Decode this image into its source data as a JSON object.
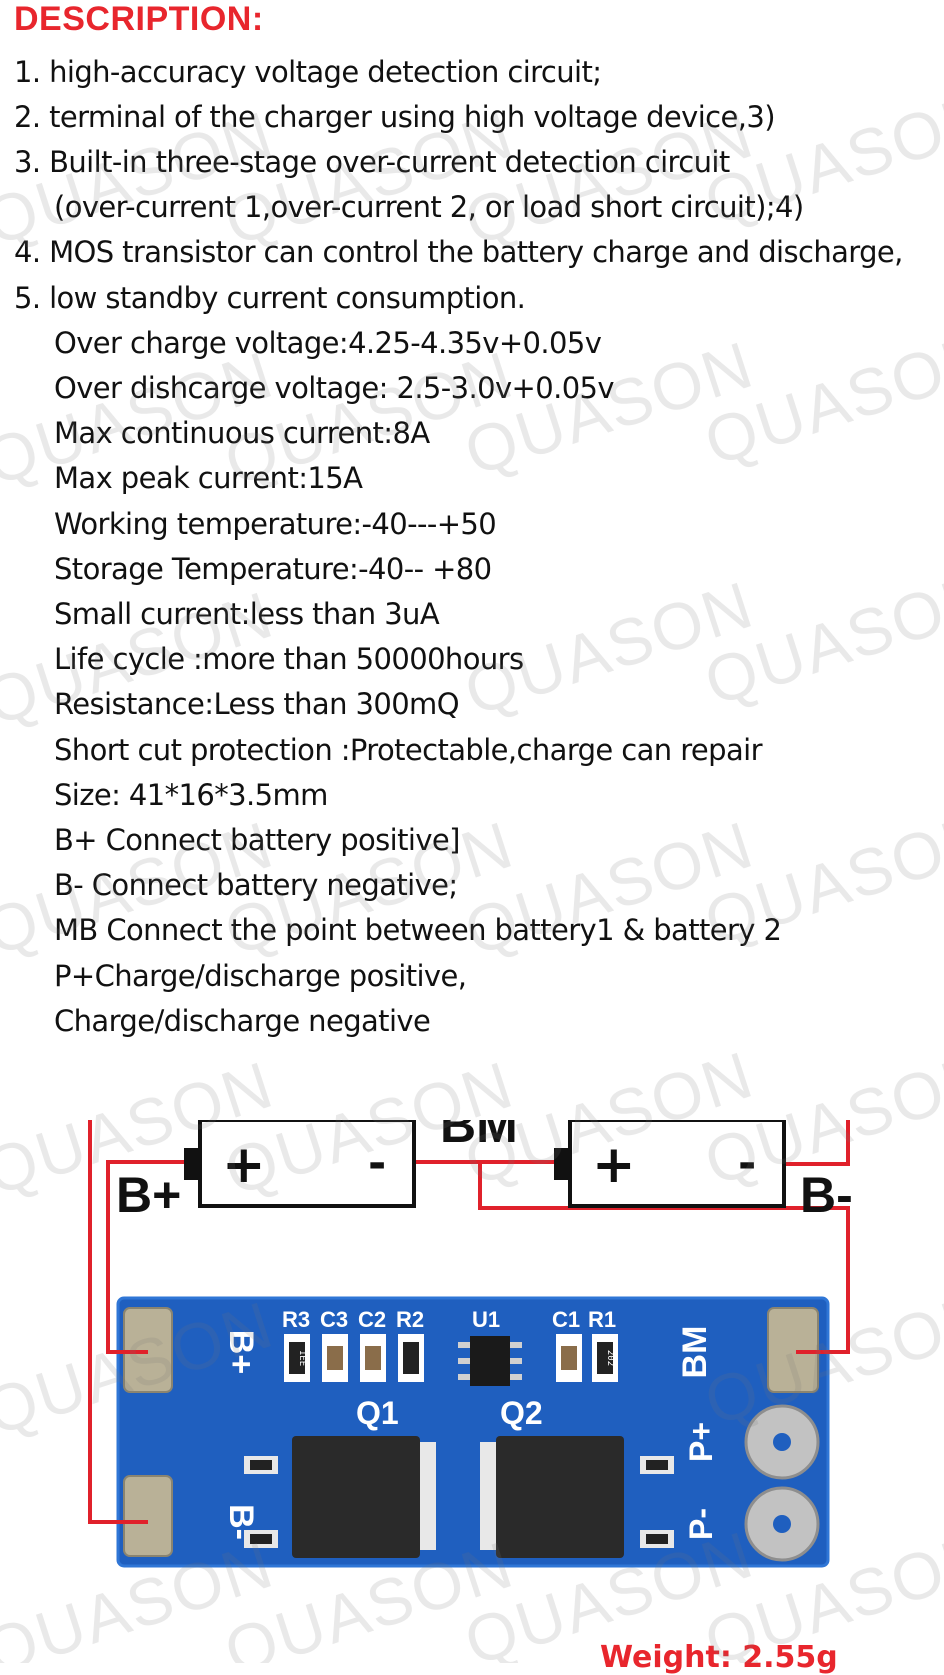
{
  "description": {
    "heading": "DESCRIPTION:",
    "items": [
      "1. high-accuracy voltage detection circuit;",
      "2. terminal of the charger using high voltage device,3)",
      "3. Built-in three-stage over-current detection circuit",
      "(over-current 1,over-current 2, or load short circuit);4)",
      "4. MOS transistor can control the battery charge and discharge,",
      "5. low standby current consumption."
    ],
    "specs": [
      "Over charge voltage:4.25-4.35v+0.05v",
      "Over dishcarge voltage: 2.5-3.0v+0.05v",
      "Max continuous current:8A",
      "Max peak current:15A",
      "Working temperature:-40---+50",
      "Storage Temperature:-40-- +80",
      "Small current:less than 3uA",
      "Life cycle :more than 50000hours",
      "Resistance:Less than 300mQ",
      "Short cut protection :Protectable,charge can repair",
      "Size: 41*16*3.5mm",
      "B+ Connect battery positive]",
      "B- Connect battery negative;",
      "MB Connect the point between battery1 & battery 2",
      "P+Charge/discharge positive,",
      "Charge/discharge negative"
    ]
  },
  "watermark": "QUASON",
  "diagram": {
    "label_bplus": "B+",
    "label_bminus": "B-",
    "label_bm": "BM",
    "battery_plus": "+",
    "battery_minus": "-",
    "board": {
      "pad_bplus": "B+",
      "pad_bminus": "B-",
      "pad_bm": "BM",
      "pad_pplus": "P+",
      "pad_pminus": "P-",
      "refs": [
        "R3",
        "C3",
        "C2",
        "R2",
        "U1",
        "C1",
        "R1"
      ],
      "q1": "Q1",
      "q2": "Q2",
      "resistor_code_left": "1EE",
      "resistor_code_right": "202"
    }
  },
  "weight": "Weight: 2.55g",
  "colors": {
    "heading": "#e8262d",
    "wire": "#e0212b",
    "pcb": "#1f5fbf",
    "pad": "#b9b197"
  }
}
